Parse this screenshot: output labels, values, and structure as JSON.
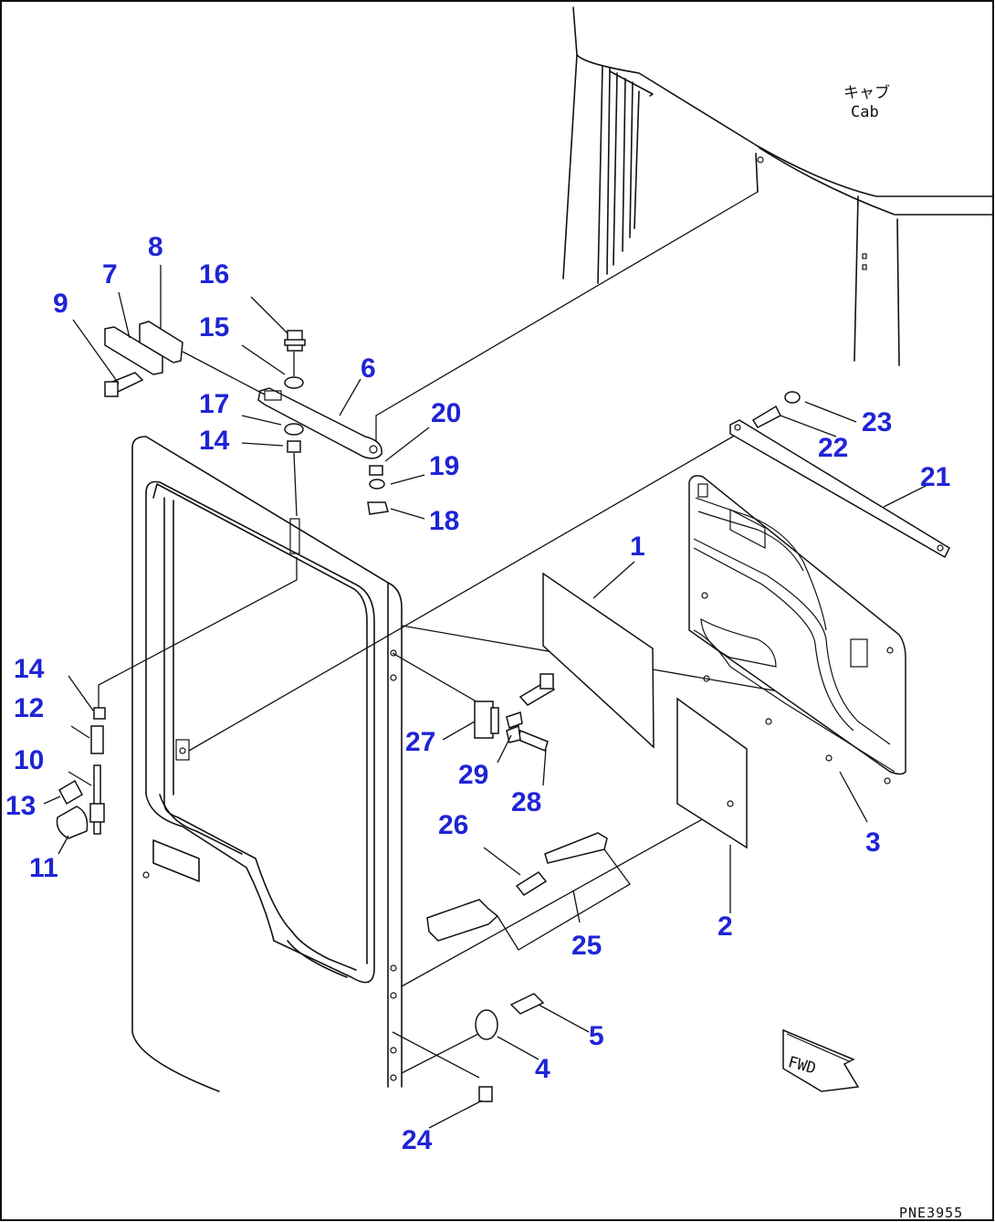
{
  "diagram": {
    "cab_label_jp": "キャブ",
    "cab_label_en": "Cab",
    "fwd_label": "FWD",
    "drawing_code": "PNE3955",
    "part_numbers": {
      "p1": "1",
      "p2": "2",
      "p3": "3",
      "p4": "4",
      "p5": "5",
      "p6": "6",
      "p7": "7",
      "p8": "8",
      "p9": "9",
      "p10": "10",
      "p11": "11",
      "p12": "12",
      "p13": "13",
      "p14a": "14",
      "p14b": "14",
      "p15": "15",
      "p16": "16",
      "p17": "17",
      "p18": "18",
      "p19": "19",
      "p20": "20",
      "p21": "21",
      "p22": "22",
      "p23": "23",
      "p24": "24",
      "p25": "25",
      "p26": "26",
      "p27": "27",
      "p28": "28",
      "p29": "29"
    }
  }
}
